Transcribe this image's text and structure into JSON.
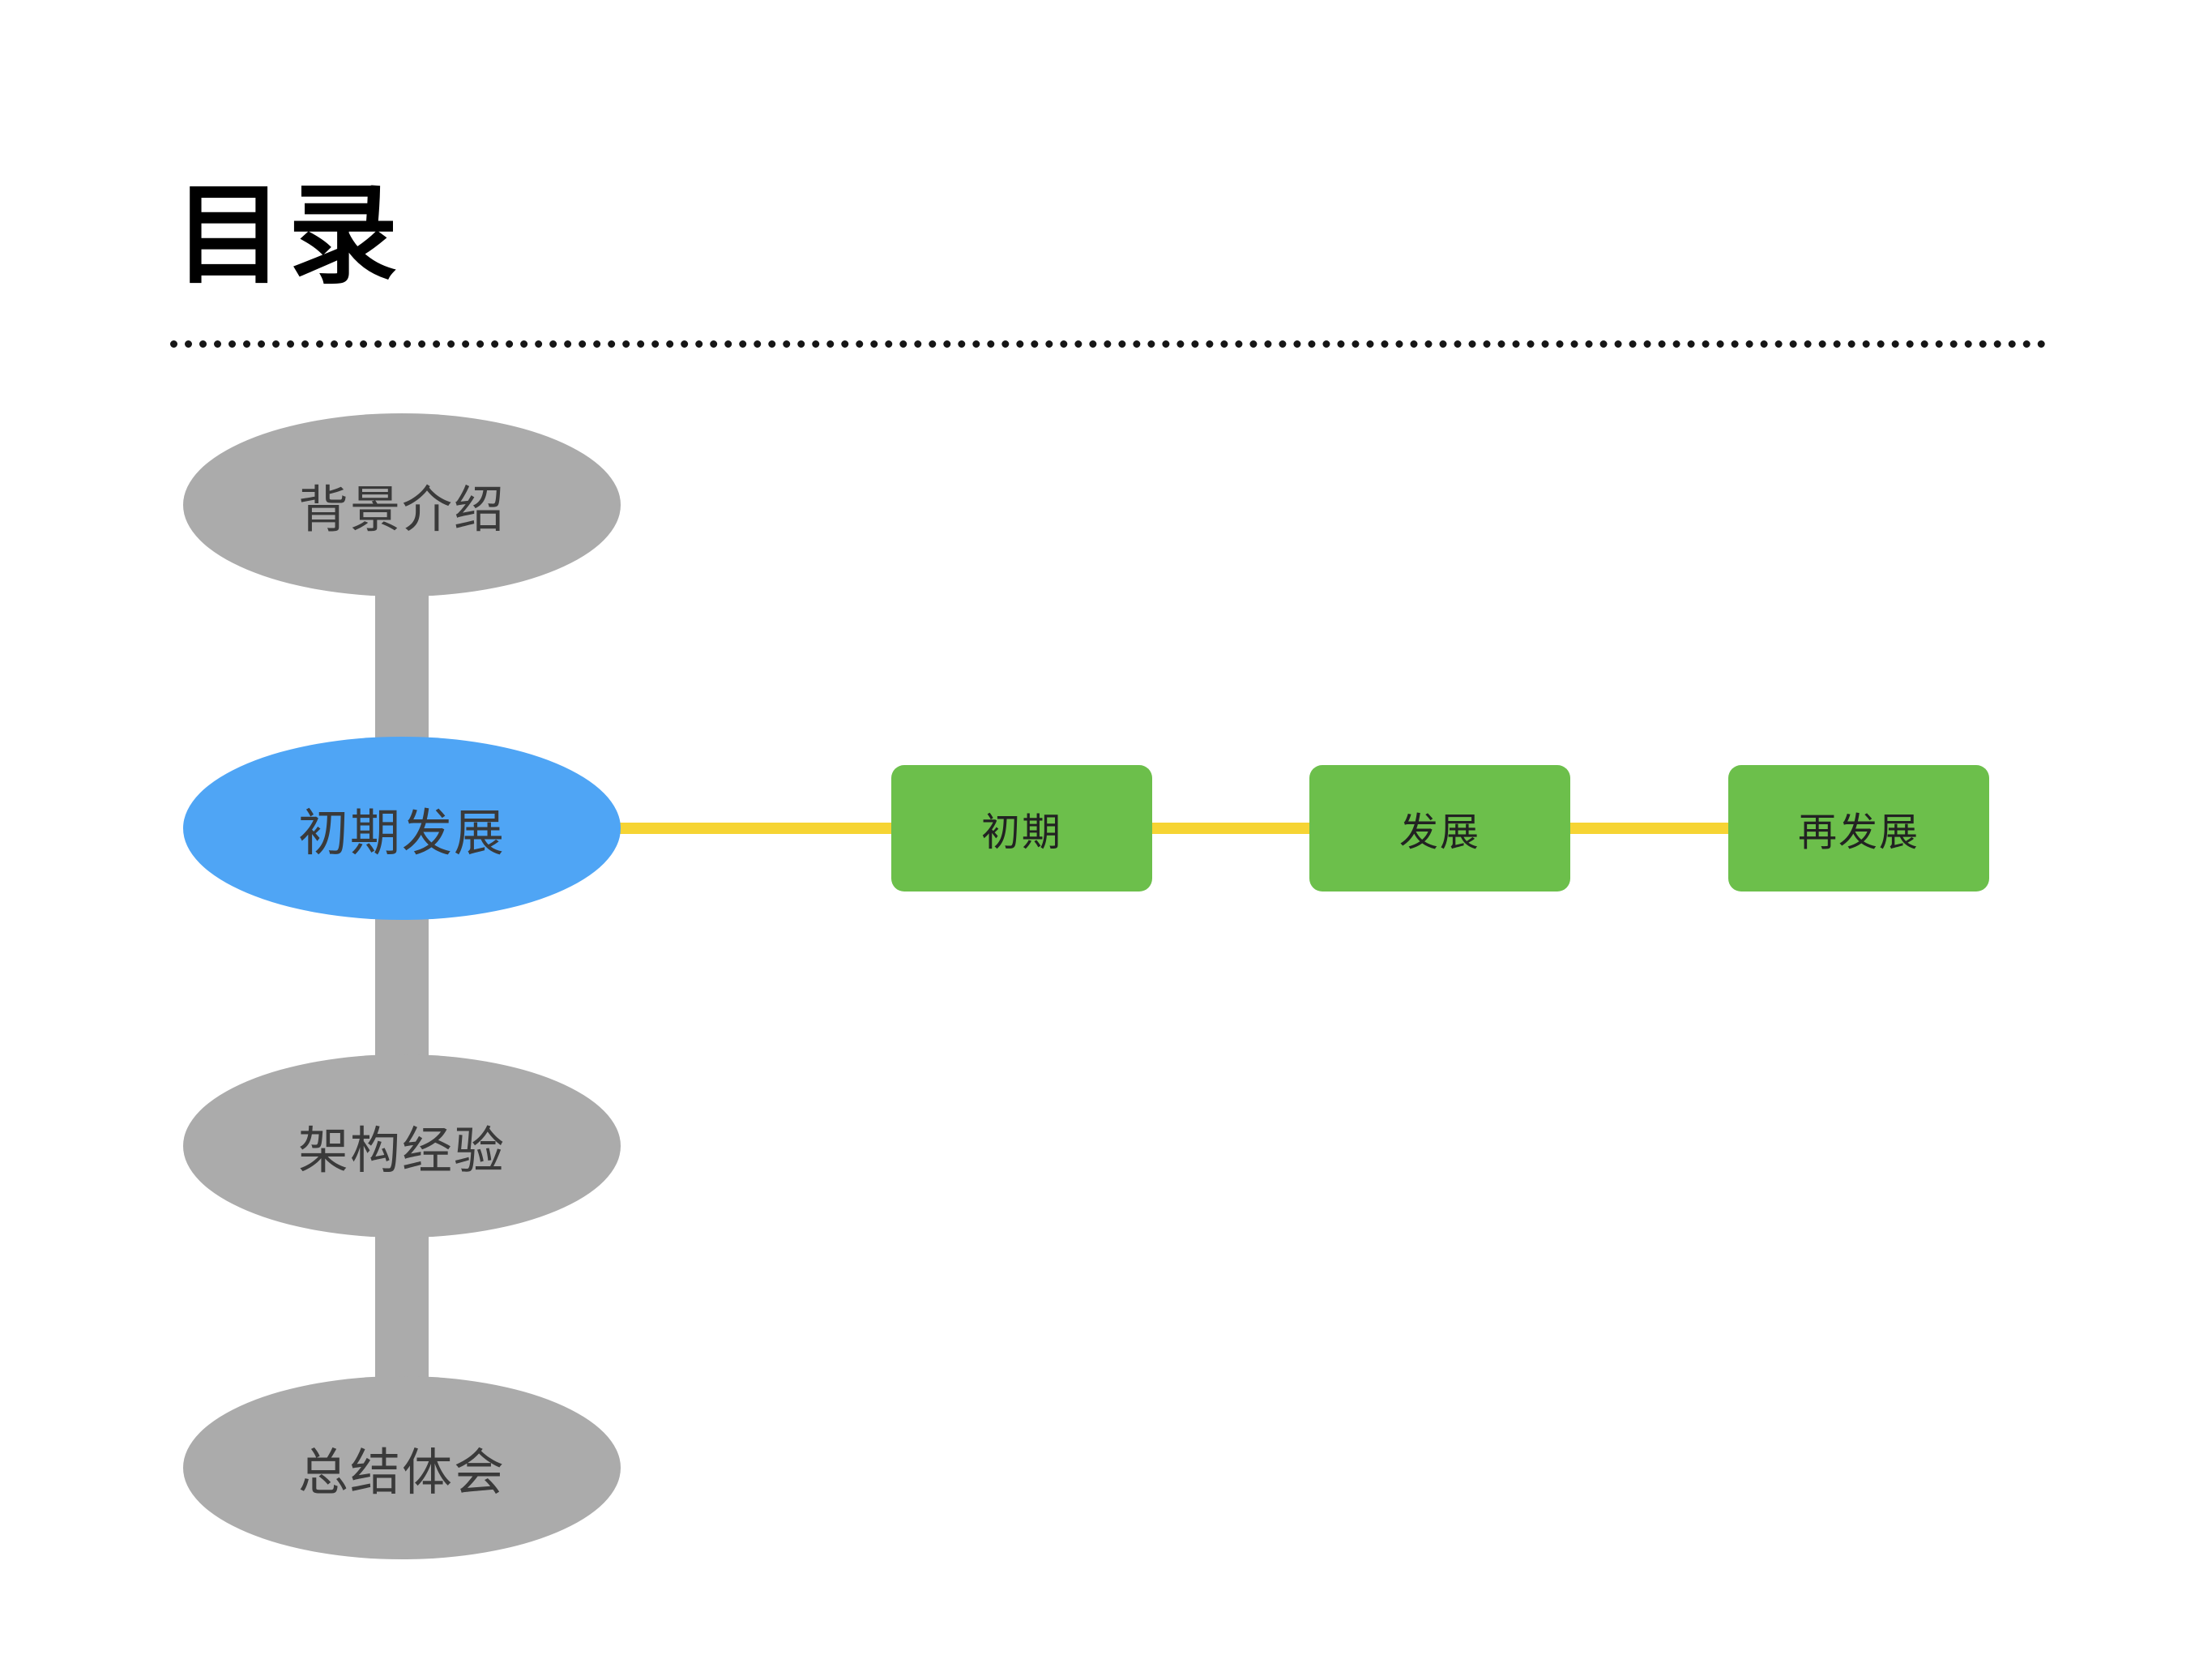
{
  "slide": {
    "title": "目录"
  },
  "toc": {
    "items": [
      {
        "label": "背景介绍",
        "active": false
      },
      {
        "label": "初期发展",
        "active": true
      },
      {
        "label": "架构经验",
        "active": false
      },
      {
        "label": "总结体会",
        "active": false
      }
    ]
  },
  "branch": {
    "parent": "初期发展",
    "items": [
      {
        "label": "初期"
      },
      {
        "label": "发展"
      },
      {
        "label": "再发展"
      }
    ]
  },
  "colors": {
    "inactive_node": "#ABABAB",
    "active_node": "#4FA5F5",
    "branch_box": "#6CBF4B",
    "vertical_connector": "#ABABAB",
    "branch_connector": "#F6D433",
    "node_text": "#3a3a3a",
    "title_text": "#000000"
  }
}
